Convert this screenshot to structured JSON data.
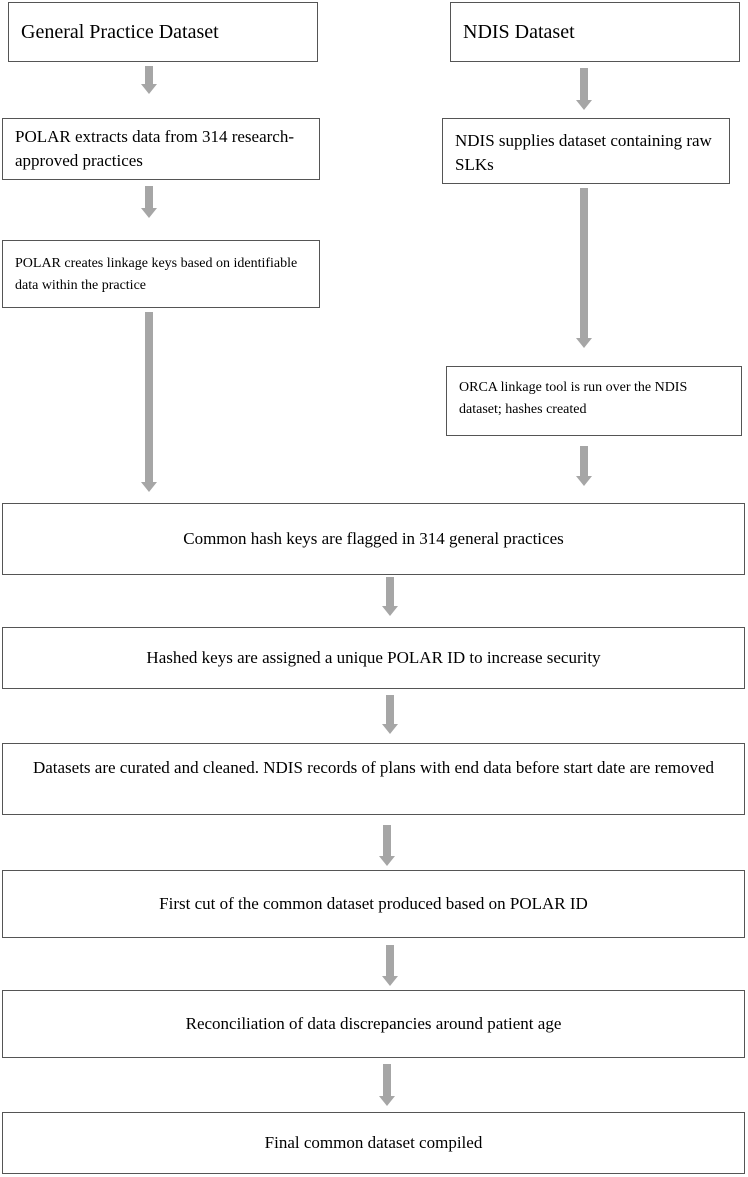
{
  "diagram": {
    "gp_header": "General Practice Dataset",
    "ndis_header": "NDIS Dataset",
    "gp_step1": "POLAR extracts data from 314 research-approved practices",
    "gp_step2": "POLAR creates linkage keys based on identifiable data within the practice",
    "ndis_step1": "NDIS supplies dataset containing raw SLKs",
    "ndis_step2": "ORCA linkage tool is run over the NDIS dataset; hashes created",
    "common_steps": [
      "Common hash keys are flagged in 314 general practices",
      "Hashed keys are assigned a unique POLAR ID to increase security",
      "Datasets are curated and cleaned. NDIS records of plans with end data before start date are removed",
      "First cut of the common dataset produced based on POLAR ID",
      "Reconciliation of data discrepancies around patient age",
      "Final common dataset compiled"
    ],
    "colors": {
      "box_border": "#555555",
      "arrow": "#a6a6a6"
    }
  }
}
